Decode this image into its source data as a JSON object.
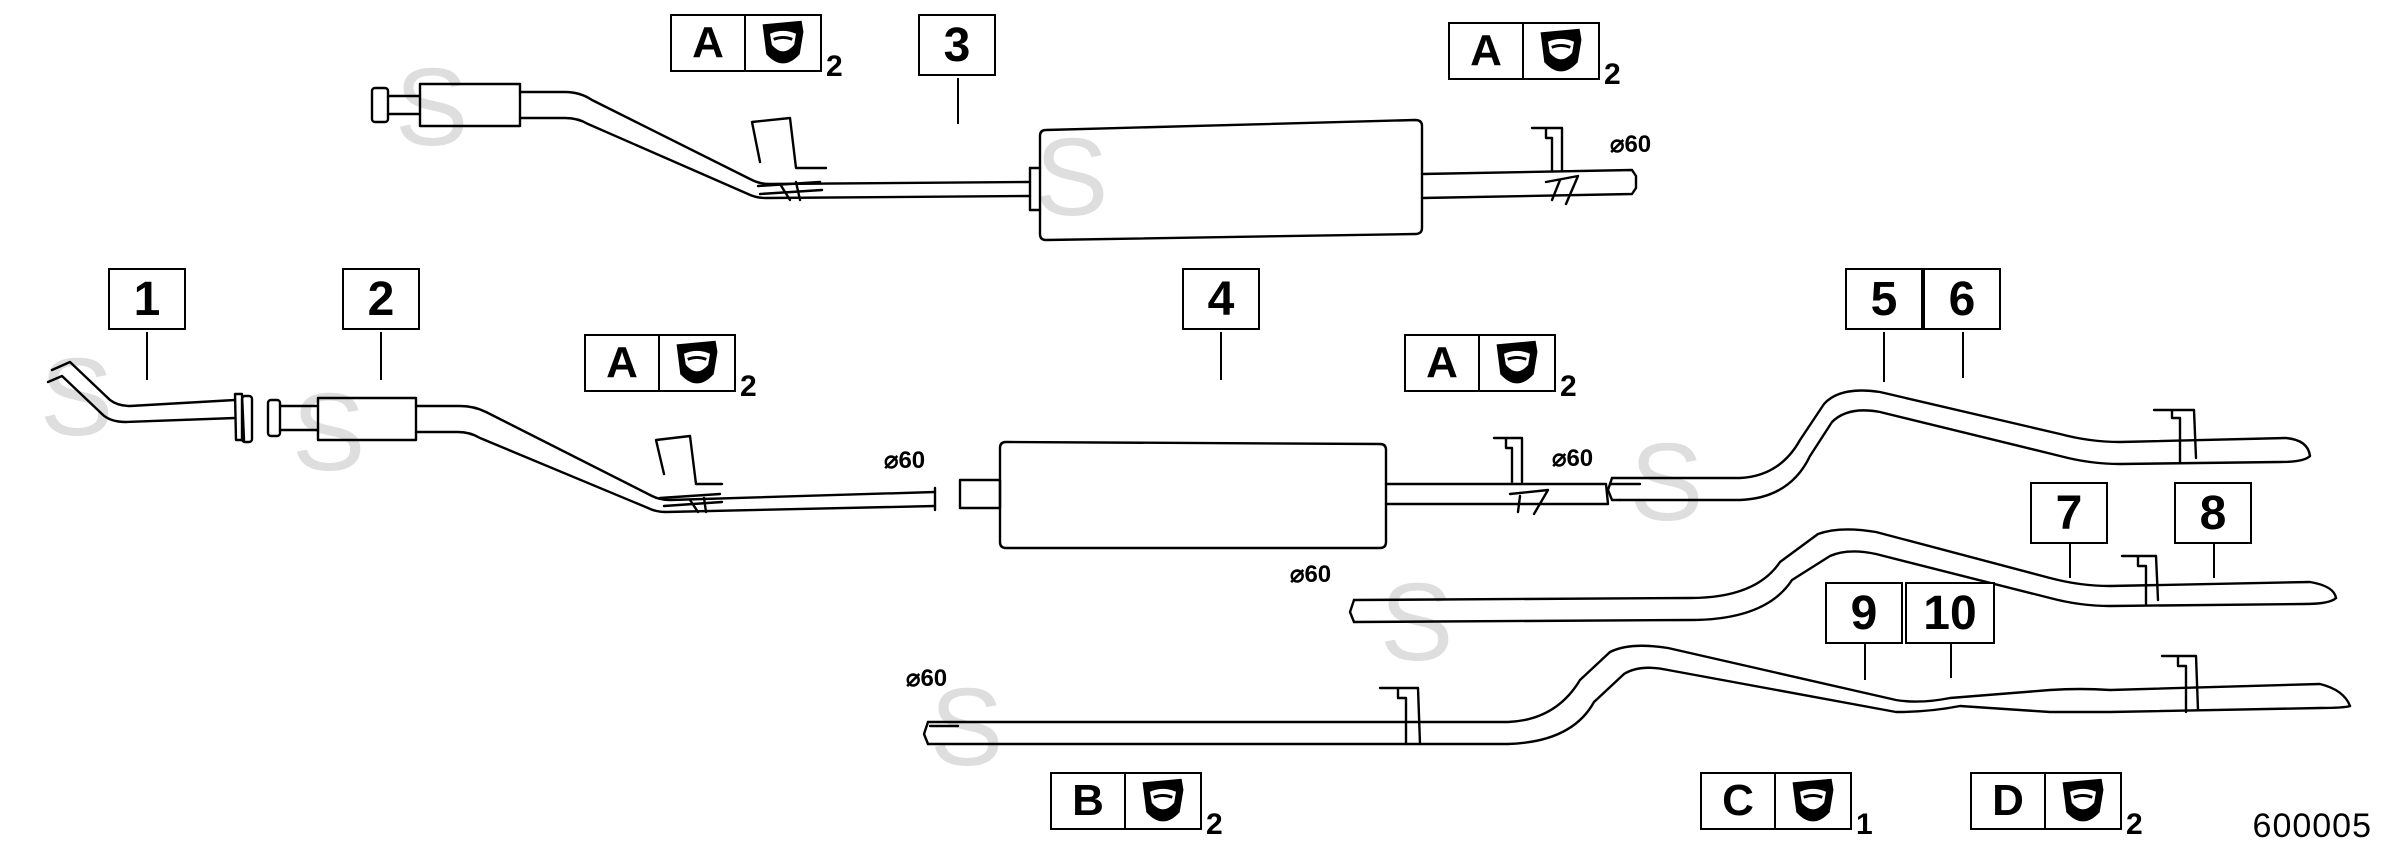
{
  "callouts": {
    "c1": "1",
    "c2": "2",
    "c3": "3",
    "c4": "4",
    "c5": "5",
    "c6": "6",
    "c7": "7",
    "c8": "8",
    "c9": "9",
    "c10": "10"
  },
  "badges": {
    "a1": {
      "letter": "A",
      "sub": "2"
    },
    "a2": {
      "letter": "A",
      "sub": "2"
    },
    "a3": {
      "letter": "A",
      "sub": "2"
    },
    "a4": {
      "letter": "A",
      "sub": "2"
    },
    "b": {
      "letter": "B",
      "sub": "2"
    },
    "c": {
      "letter": "C",
      "sub": "1"
    },
    "d": {
      "letter": "D",
      "sub": "2"
    }
  },
  "diameter_labels": {
    "d1": "⌀60",
    "d2": "⌀60",
    "d3": "⌀60",
    "d4": "⌀60",
    "d5": "⌀60"
  },
  "icons": {
    "clamp": "exhaust-clamp-icon"
  },
  "colors": {
    "line": "#000000",
    "watermark": "#d4d4d4"
  },
  "document_number": "600005"
}
